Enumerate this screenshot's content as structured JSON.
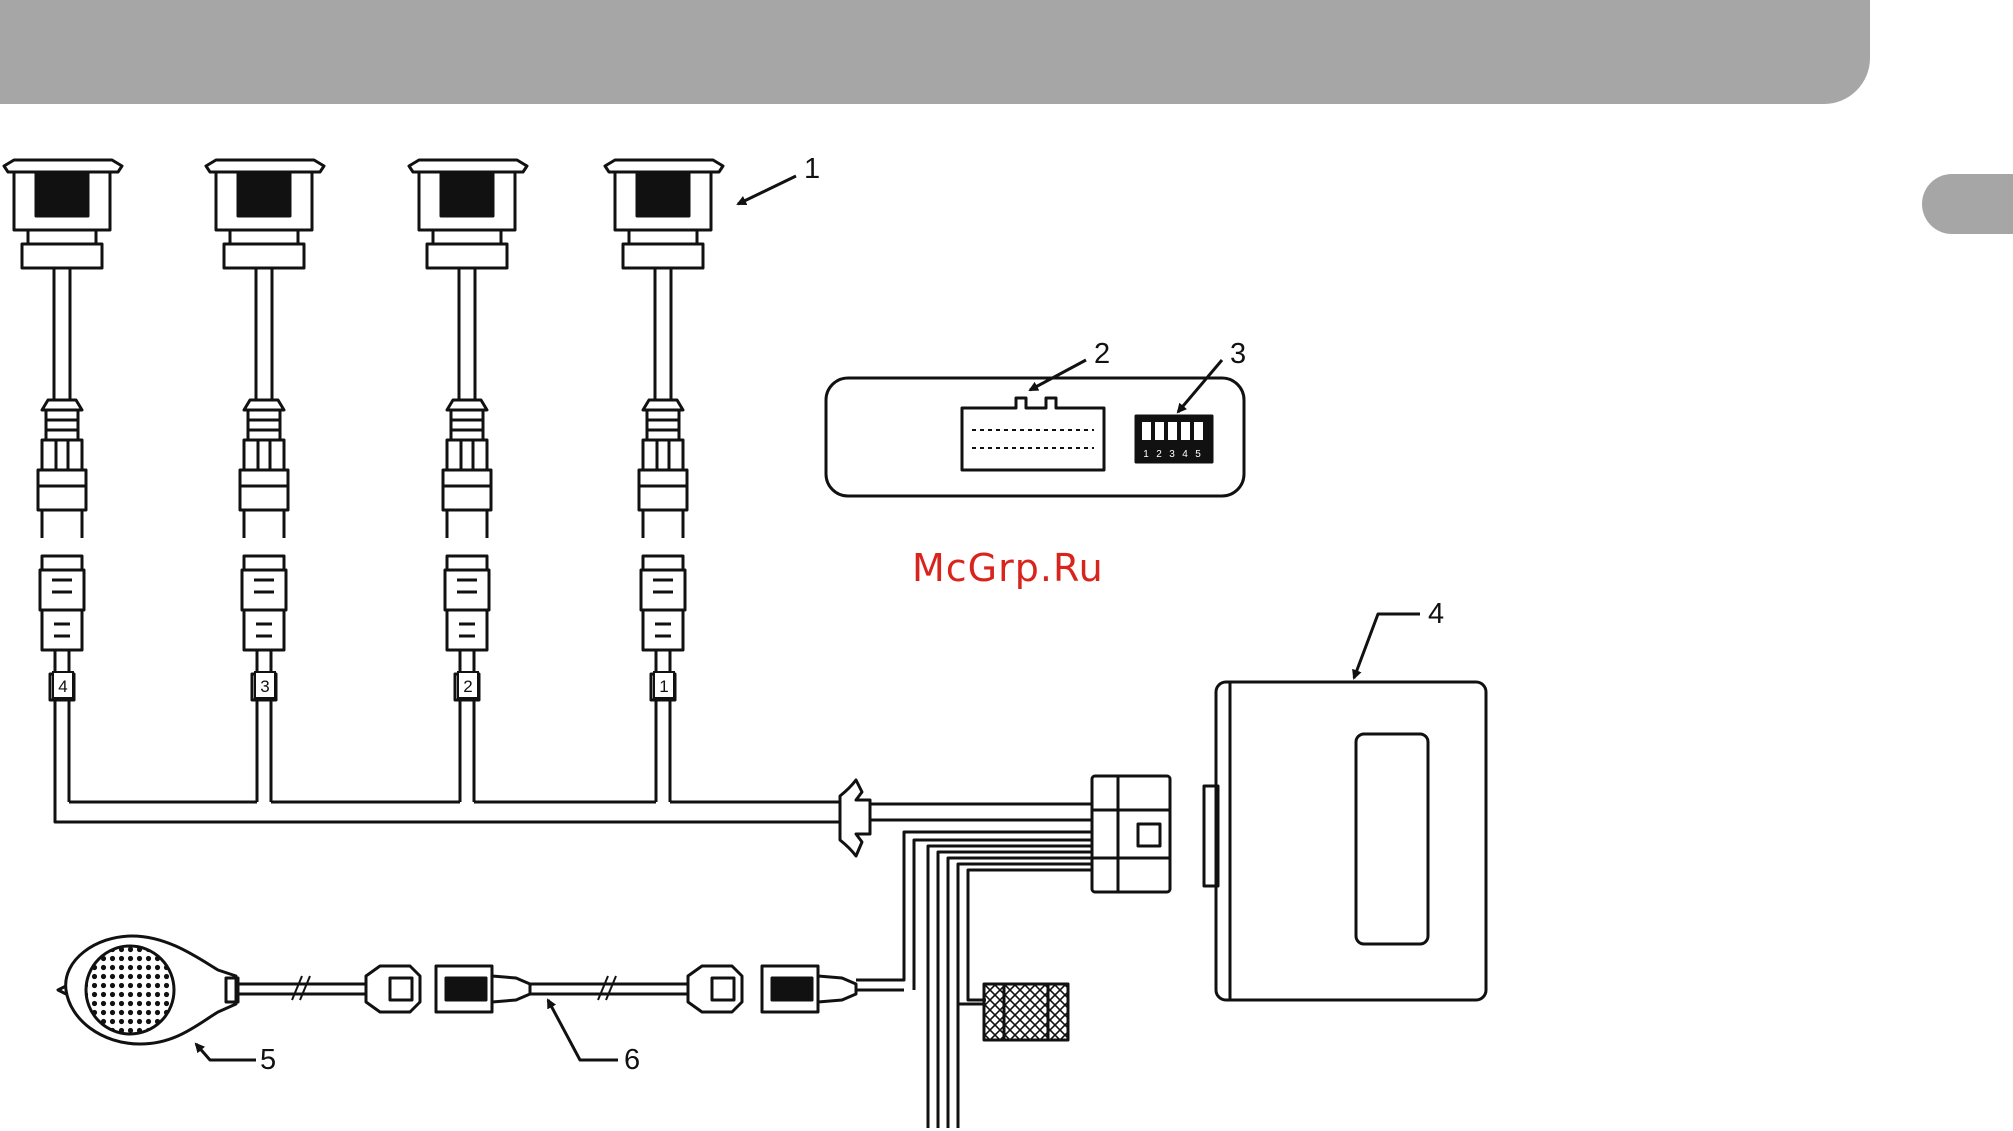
{
  "callouts": {
    "c1": "1",
    "c2": "2",
    "c3": "3",
    "c4": "4",
    "c5": "5",
    "c6": "6"
  },
  "sensor_tags": [
    "4",
    "3",
    "2",
    "1"
  ],
  "dip_switch_numbers": [
    "1",
    "2",
    "3",
    "4",
    "5"
  ],
  "watermark": "McGrp.Ru",
  "colors": {
    "band": "#a7a6a6",
    "line": "#111111",
    "watermark": "#d9241d"
  }
}
